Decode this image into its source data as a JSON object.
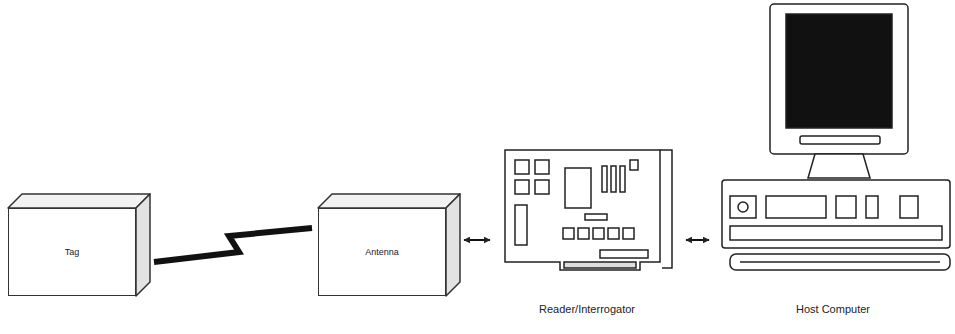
{
  "diagram": {
    "nodes": [
      {
        "text": [
          "Tag"
        ]
      },
      {
        "text": [
          "Antenna"
        ]
      },
      {
        "text": [
          "Reader/Interrogator"
        ]
      },
      {
        "text": [
          "Host Computer"
        ]
      }
    ],
    "edges": [
      {
        "from": 0,
        "to": 1,
        "arrow": "none"
      },
      {
        "from": 1,
        "to": 2,
        "arrow": "both"
      },
      {
        "from": 2,
        "to": 3,
        "arrow": "both"
      }
    ]
  }
}
